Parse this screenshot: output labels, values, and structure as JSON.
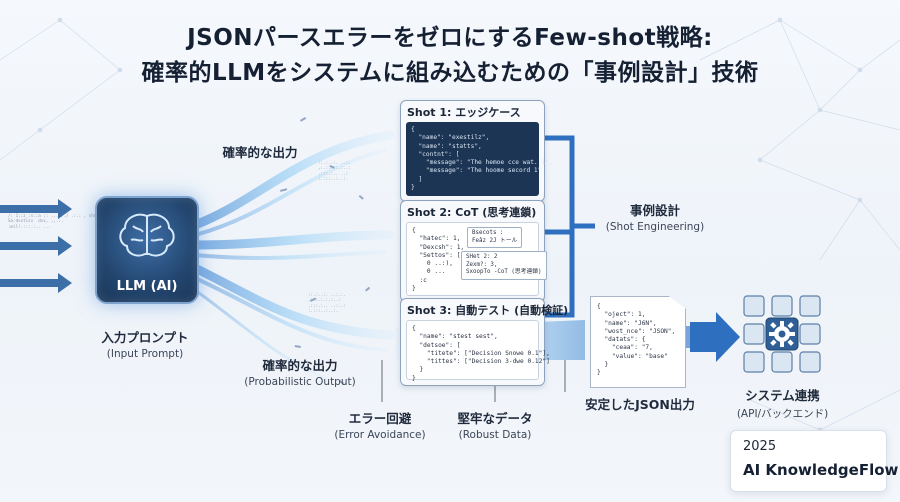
{
  "title": {
    "line1": "JSONパースエラーをゼロにするFew-shot戦略:",
    "line2": "確率的LLMをシステムに組み込むための「事例設計」技術"
  },
  "llm": {
    "label": "LLM (AI)"
  },
  "labels": {
    "input_ja": "入力プロンプト",
    "input_en": "(Input Prompt)",
    "prob_top_ja": "確率的な出力",
    "prob_bottom_ja": "確率的な出力",
    "prob_bottom_en": "(Probabilistic Output)",
    "error_ja": "エラー回避",
    "error_en": "(Error Avoidance)",
    "robust_ja": "堅牢なデータ",
    "robust_en": "(Robust Data)",
    "shot_eng_ja": "事例設計",
    "shot_eng_en": "(Shot Engineering)",
    "stable_json": "安定したJSON出力",
    "system_ja": "システム連携",
    "system_en": "(API/バックエンド)"
  },
  "shots": [
    {
      "title": "Shot 1: エッジケース",
      "code": "{\n  \"name\": \"exestilz\",\n  \"name\": \"statts\",\n  \"contnt\": [\n    \"message\": \"The hemoe cce wat. 1\",\n    \"message\": \"The hoome secord 1\"\n  ]\n}"
    },
    {
      "title": "Shot 2: CoT (思考連鎖)",
      "code": "{\n  \"hatec\": 1,\n  \"Dexcsh\": 1,\n  \"Settos\": [\n    0 ..:),\n    0 ...\n  :c\n}",
      "note1": "Bsecots :\nFeâz 2J トール",
      "note2": "SHet 2: 2\nZexm?: 3,\nSxoopTo -CoT (思考連鎖)"
    },
    {
      "title": "Shot 3: 自動テスト (自動検証)",
      "code": "{\n  \"name\": \"stest sest\",\n  \"detsoe\": [\n    \"titete\": [\"Decision Snowe 0.1\"],\n    \"tittes\": [\"Decision 3-dwe 0.12\"]\n  }\n}"
    }
  ],
  "output_json": "{\n  \"oject\": 1,\n  \"name\": \"J6N\",\n  \"wost_nce\": \"JSON\",\n  \"datats\": {\n    \"ceaa\": \"7,\n    \"value\": \"base\"\n  }\n}",
  "footer": {
    "year": "2025",
    "brand": "AI KnowledgeFlow"
  },
  "colors": {
    "accent": "#2f6fc0",
    "bracket": "#2f6fc0",
    "glow": "#7fc1f2"
  }
}
